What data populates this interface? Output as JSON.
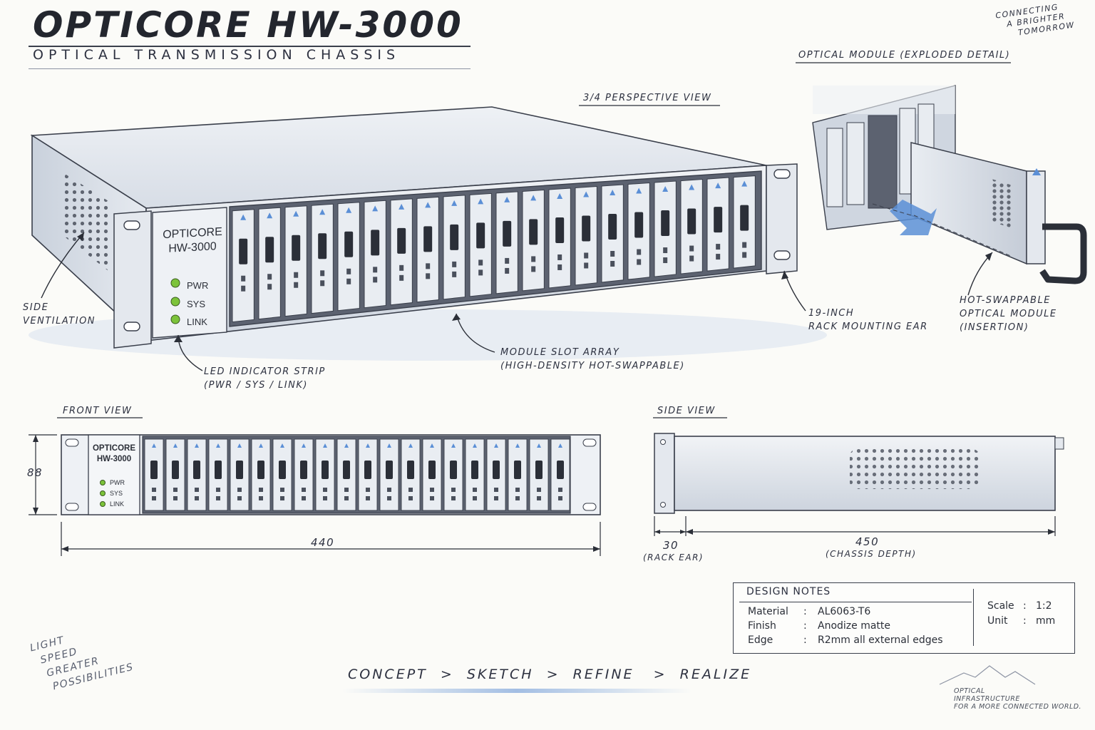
{
  "title": "OPTICORE HW-3000",
  "subtitle": "OPTICAL TRANSMISSION CHASSIS",
  "tagline_top": [
    "CONNECTING",
    "A BRIGHTER",
    "TOMORROW"
  ],
  "views": {
    "perspective": "3/4 PERSPECTIVE VIEW",
    "exploded": "OPTICAL MODULE (EXPLODED DETAIL)",
    "front": "FRONT VIEW",
    "side": "SIDE VIEW"
  },
  "device": {
    "brand": "OPTICORE",
    "model": "HW-3000",
    "leds": [
      "PWR",
      "SYS",
      "LINK"
    ],
    "slot_count_perspective": 20,
    "slot_count_front": 20
  },
  "callouts": {
    "side_vent": [
      "SIDE",
      "VENTILATION"
    ],
    "led_strip": [
      "LED INDICATOR STRIP",
      "(PWR / SYS / LINK)"
    ],
    "slot_array": [
      "MODULE SLOT ARRAY",
      "(HIGH-DENSITY HOT-SWAPPABLE)"
    ],
    "rack_ear": [
      "19-INCH",
      "RACK MOUNTING EAR"
    ],
    "hot_swap": [
      "HOT-SWAPPABLE",
      "OPTICAL MODULE",
      "(INSERTION)"
    ]
  },
  "dimensions": {
    "front_height": "88",
    "front_width": "440",
    "rack_ear": "30",
    "rack_ear_label": "(RACK EAR)",
    "depth": "450",
    "depth_label": "(CHASSIS DEPTH)"
  },
  "design_notes": {
    "title": "DESIGN NOTES",
    "rows": [
      {
        "key": "Material",
        "sep": ":",
        "value": "AL6063-T6"
      },
      {
        "key": "Finish",
        "sep": ":",
        "value": "Anodize matte"
      },
      {
        "key": "Edge",
        "sep": ":",
        "value": "R2mm all external edges"
      }
    ],
    "scale": [
      {
        "key": "Scale",
        "sep": ":",
        "value": "1:2"
      },
      {
        "key": "Unit",
        "sep": ":",
        "value": "mm"
      }
    ]
  },
  "process": "CONCEPT  >  SKETCH  >  REFINE   >  REALIZE",
  "bottom_left": [
    "LIGHT",
    "SPEED",
    "GREATER",
    "POSSIBILITIES"
  ],
  "bottom_right": [
    "OPTICAL",
    "INFRASTRUCTURE",
    "FOR A MORE CONNECTED WORLD."
  ],
  "colors": {
    "ink": "#2b2f38",
    "accent_blue": "#5b8fd6",
    "led_green": "#7cc33a",
    "metal": "#d9dee6"
  }
}
